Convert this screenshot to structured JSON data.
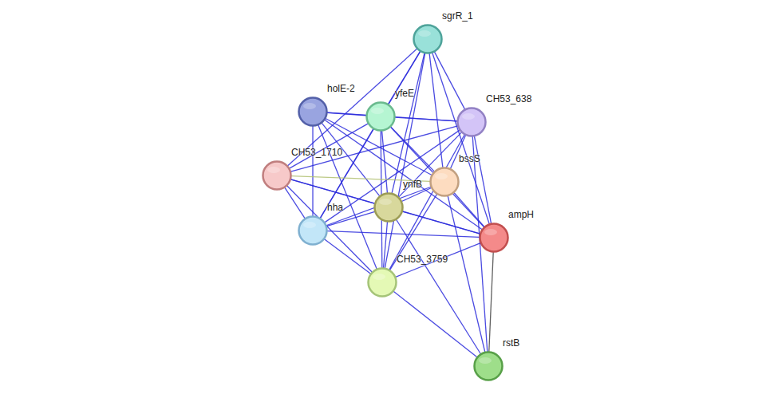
{
  "diagram": {
    "nodes": [
      {
        "text": [
          "sgrR_1"
        ]
      },
      {
        "text": [
          "holE-2"
        ]
      },
      {
        "text": [
          "yfeE"
        ]
      },
      {
        "text": [
          "CH53_638"
        ]
      },
      {
        "text": [
          "CH53_1710"
        ]
      },
      {
        "text": [
          "bssS"
        ]
      },
      {
        "text": [
          "ynfB"
        ]
      },
      {
        "text": [
          "hha"
        ]
      },
      {
        "text": [
          "ampH"
        ]
      },
      {
        "text": [
          "CH53_3759"
        ]
      },
      {
        "text": [
          "rstB"
        ]
      }
    ],
    "edges": [
      {
        "from": 0,
        "to": 2,
        "arrow": "none"
      },
      {
        "from": 0,
        "to": 3,
        "arrow": "none"
      },
      {
        "from": 0,
        "to": 5,
        "arrow": "none"
      },
      {
        "from": 0,
        "to": 8,
        "arrow": "none"
      },
      {
        "from": 0,
        "to": 7,
        "arrow": "none"
      },
      {
        "from": 0,
        "to": 6,
        "arrow": "none"
      },
      {
        "from": 0,
        "to": 4,
        "arrow": "none"
      },
      {
        "from": 0,
        "to": 9,
        "arrow": "none"
      },
      {
        "from": 1,
        "to": 2,
        "arrow": "none"
      },
      {
        "from": 1,
        "to": 3,
        "arrow": "none"
      },
      {
        "from": 1,
        "to": 5,
        "arrow": "none"
      },
      {
        "from": 1,
        "to": 7,
        "arrow": "none"
      },
      {
        "from": 1,
        "to": 9,
        "arrow": "none"
      },
      {
        "from": 1,
        "to": 6,
        "arrow": "none"
      },
      {
        "from": 1,
        "to": 8,
        "arrow": "none"
      },
      {
        "from": 2,
        "to": 3,
        "arrow": "none"
      },
      {
        "from": 2,
        "to": 4,
        "arrow": "none"
      },
      {
        "from": 2,
        "to": 5,
        "arrow": "none"
      },
      {
        "from": 2,
        "to": 6,
        "arrow": "none"
      },
      {
        "from": 2,
        "to": 7,
        "arrow": "none"
      },
      {
        "from": 2,
        "to": 8,
        "arrow": "none"
      },
      {
        "from": 2,
        "to": 9,
        "arrow": "none"
      },
      {
        "from": 3,
        "to": 4,
        "arrow": "none"
      },
      {
        "from": 3,
        "to": 5,
        "arrow": "none"
      },
      {
        "from": 3,
        "to": 6,
        "arrow": "none"
      },
      {
        "from": 3,
        "to": 7,
        "arrow": "none"
      },
      {
        "from": 3,
        "to": 8,
        "arrow": "none"
      },
      {
        "from": 3,
        "to": 9,
        "arrow": "none"
      },
      {
        "from": 3,
        "to": 10,
        "arrow": "none"
      },
      {
        "from": 4,
        "to": 5,
        "arrow": "none"
      },
      {
        "from": 4,
        "to": 6,
        "arrow": "none"
      },
      {
        "from": 4,
        "to": 7,
        "arrow": "none"
      },
      {
        "from": 4,
        "to": 8,
        "arrow": "none"
      },
      {
        "from": 4,
        "to": 9,
        "arrow": "none"
      },
      {
        "from": 5,
        "to": 6,
        "arrow": "none"
      },
      {
        "from": 5,
        "to": 7,
        "arrow": "none"
      },
      {
        "from": 5,
        "to": 8,
        "arrow": "none"
      },
      {
        "from": 5,
        "to": 9,
        "arrow": "none"
      },
      {
        "from": 5,
        "to": 10,
        "arrow": "none"
      },
      {
        "from": 6,
        "to": 7,
        "arrow": "none"
      },
      {
        "from": 6,
        "to": 8,
        "arrow": "none"
      },
      {
        "from": 6,
        "to": 9,
        "arrow": "none"
      },
      {
        "from": 6,
        "to": 10,
        "arrow": "none"
      },
      {
        "from": 7,
        "to": 8,
        "arrow": "none"
      },
      {
        "from": 7,
        "to": 9,
        "arrow": "none"
      },
      {
        "from": 8,
        "to": 9,
        "arrow": "none"
      },
      {
        "from": 8,
        "to": 10,
        "arrow": "none"
      },
      {
        "from": 9,
        "to": 10,
        "arrow": "none"
      }
    ]
  }
}
